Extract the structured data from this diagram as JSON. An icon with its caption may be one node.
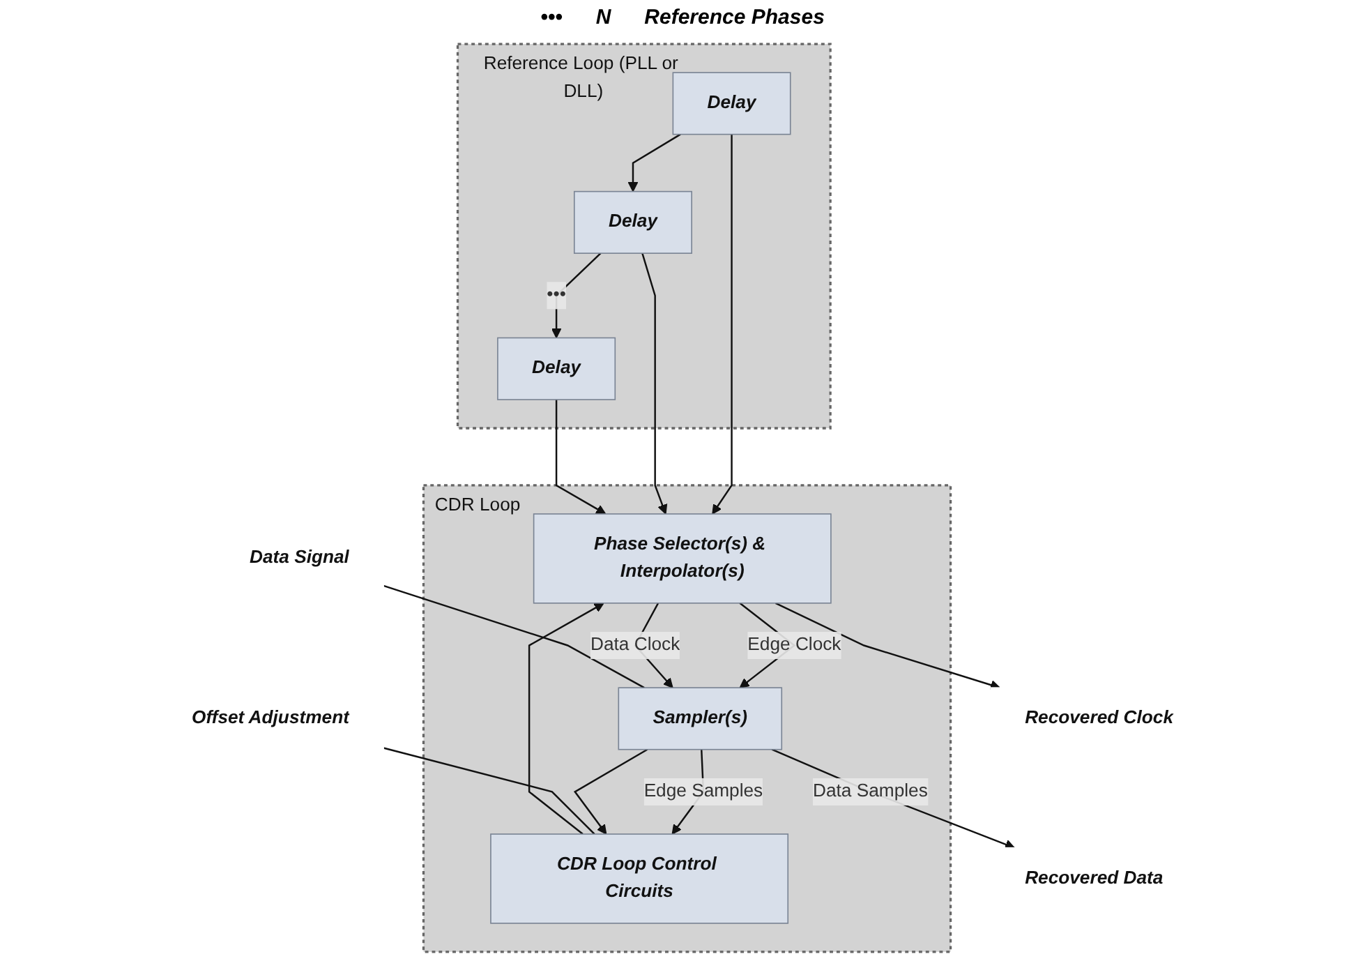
{
  "diagram": {
    "nodes": [
      {
        "text": [
          "Reference Loop (PLL or DLL)"
        ]
      },
      {
        "text": [
          "Delay"
        ],
        "in": 0
      },
      {
        "text": [
          "Delay"
        ],
        "in": 0
      },
      {
        "text": [
          "Delay"
        ],
        "in": 0
      },
      {
        "text": [
          "CDR Loop"
        ]
      },
      {
        "text": [
          "Phase Selector(s) & Interpolator(s)"
        ],
        "in": 4
      },
      {
        "text": [
          "CDR Loop Control Circuits"
        ],
        "in": 4
      },
      {
        "text": [
          "Sampler(s)"
        ],
        "in": 4
      },
      {
        "text": [
          "Data Signal"
        ]
      },
      {
        "text": [
          "Offset Adjustment"
        ]
      },
      {
        "text": [
          "Recovered Clock"
        ]
      },
      {
        "text": [
          "Recovered Data"
        ]
      }
    ],
    "edges": [
      {
        "from": 1,
        "to": 2,
        "arrow": "to"
      },
      {
        "from": 2,
        "to": 3,
        "arrow": "to",
        "label": "•••"
      },
      {
        "from": 1,
        "to": 5,
        "arrow": "to"
      },
      {
        "from": 2,
        "to": 5,
        "arrow": "to"
      },
      {
        "from": 3,
        "to": 5,
        "arrow": "to"
      },
      {
        "from": 6,
        "to": 5,
        "arrow": "to"
      },
      {
        "from": 5,
        "to": 7,
        "arrow": "to",
        "label": "Edge Clock"
      },
      {
        "from": 5,
        "to": 7,
        "arrow": "to",
        "label": "Data Clock"
      },
      {
        "from": 5,
        "to": 10,
        "arrow": "to"
      },
      {
        "from": 7,
        "to": 6,
        "arrow": "to",
        "label": "Edge Samples"
      },
      {
        "from": 7,
        "to": 11,
        "arrow": "to",
        "label": "Data Samples"
      },
      {
        "from": 7,
        "to": 6,
        "arrow": "to"
      },
      {
        "from": 8,
        "to": 7,
        "arrow": "none"
      },
      {
        "from": 9,
        "to": 6,
        "arrow": "none"
      }
    ],
    "labels": [
      "•••",
      "N",
      "Reference Phases"
    ]
  }
}
